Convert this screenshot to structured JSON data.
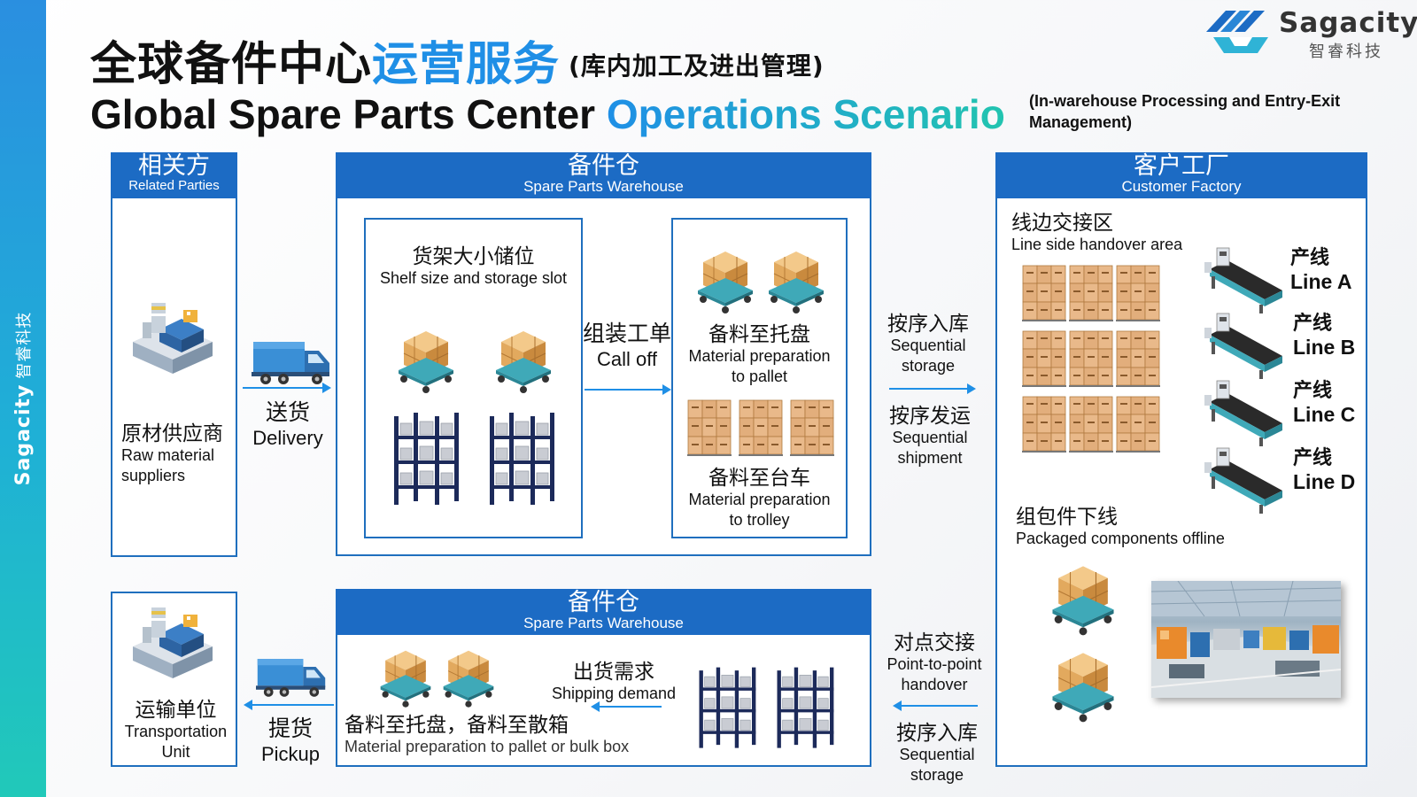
{
  "brand": {
    "sidebar_en": "Sagacity",
    "sidebar_cn": "智睿科技",
    "logo_en": "Sagacity",
    "logo_cn": "智睿科技",
    "colors": {
      "primary": "#1c6bc4",
      "accent_blue": "#1f8fe6",
      "accent_teal": "#22c4b0"
    }
  },
  "title": {
    "cn_main": "全球备件中心",
    "cn_accent": "运营服务",
    "cn_sub": "(库内加工及进出管理)",
    "en_main": "Global Spare Parts Center",
    "en_accent": "Operations Scenario",
    "en_sub": "(In-warehouse Processing and Entry-Exit Management)"
  },
  "related_parties": {
    "head_cn": "相关方",
    "head_en": "Related Parties",
    "supplier_cn": "原材供应商",
    "supplier_en_1": "Raw material",
    "supplier_en_2": "suppliers"
  },
  "delivery": {
    "cn": "送货",
    "en": "Delivery"
  },
  "warehouse_top": {
    "head_cn": "备件仓",
    "head_en": "Spare Parts Warehouse",
    "shelf_cn": "货架大小储位",
    "shelf_en": "Shelf size and storage slot",
    "calloff_cn": "组装工单",
    "calloff_en": "Call off",
    "pallet_cn": "备料至托盘",
    "pallet_en_1": "Material preparation",
    "pallet_en_2": "to pallet",
    "trolley_cn": "备料至台车",
    "trolley_en_1": "Material preparation",
    "trolley_en_2": "to trolley"
  },
  "sequential_in_top": {
    "cn": "按序入库",
    "en_1": "Sequential",
    "en_2": "storage"
  },
  "sequential_out": {
    "cn": "按序发运",
    "en_1": "Sequential",
    "en_2": "shipment"
  },
  "customer_factory": {
    "head_cn": "客户工厂",
    "head_en": "Customer Factory",
    "handover_cn": "线边交接区",
    "handover_en": "Line side handover area",
    "lines": [
      {
        "cn": "产线",
        "en": "Line A"
      },
      {
        "cn": "产线",
        "en": "Line B"
      },
      {
        "cn": "产线",
        "en": "Line C"
      },
      {
        "cn": "产线",
        "en": "Line D"
      }
    ],
    "offline_cn": "组包件下线",
    "offline_en": "Packaged components offline"
  },
  "transport": {
    "cn": "运输单位",
    "en_1": "Transportation",
    "en_2": "Unit"
  },
  "pickup": {
    "cn": "提货",
    "en": "Pickup"
  },
  "warehouse_bottom": {
    "head_cn": "备件仓",
    "head_en": "Spare Parts Warehouse",
    "demand_cn": "出货需求",
    "demand_en": "Shipping demand",
    "prep_cn": "备料至托盘，备料至散箱",
    "prep_en": "Material preparation to pallet or bulk box"
  },
  "p2p": {
    "cn": "对点交接",
    "en_1": "Point-to-point",
    "en_2": "handover"
  },
  "sequential_in_bottom": {
    "cn": "按序入库",
    "en_1": "Sequential",
    "en_2": "storage"
  }
}
